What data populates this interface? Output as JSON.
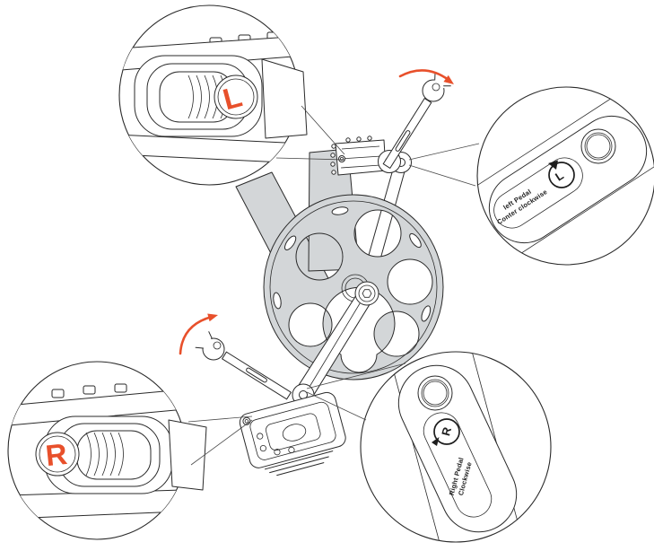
{
  "colors": {
    "accent": "#E8502B",
    "gray_fill": "#D3D6D8",
    "line": "#2A2A2A"
  },
  "callouts": {
    "top_left_axle": {
      "letter": "L"
    },
    "bottom_left_axle": {
      "letter": "R"
    },
    "top_right_crank": {
      "letter": "L",
      "line1": "left Pedal",
      "line2": "Conter clockwise"
    },
    "bottom_right_crank": {
      "letter": "R",
      "line1": "Right Pedal",
      "line2": "Clockwise"
    }
  }
}
